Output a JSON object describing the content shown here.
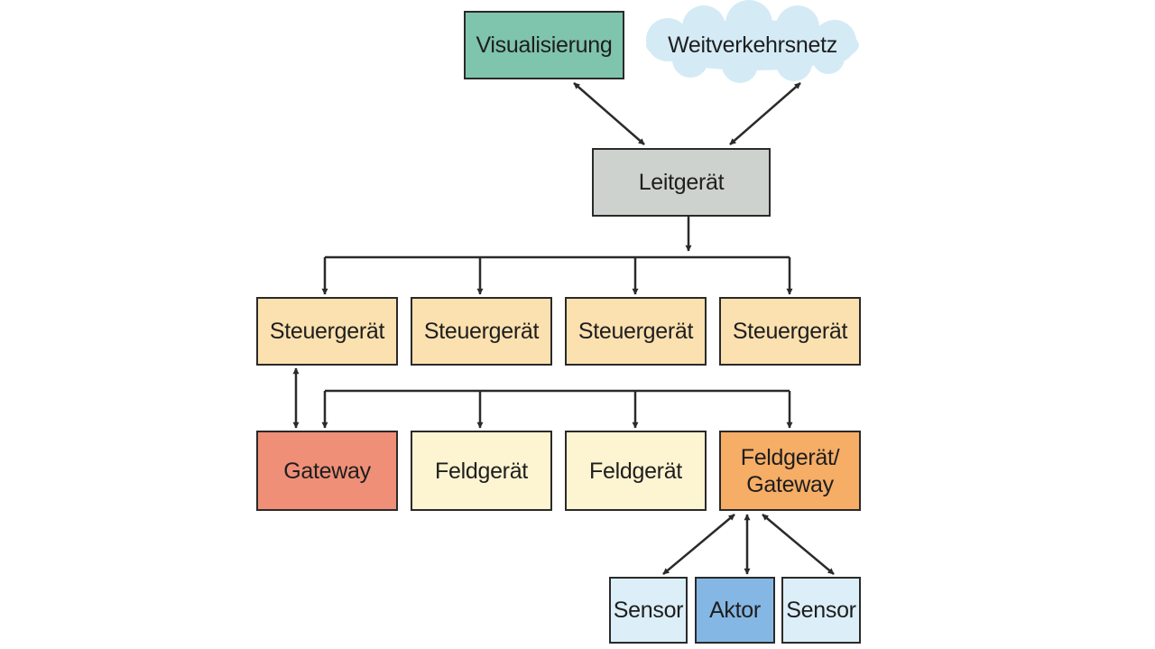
{
  "colors": {
    "visualisierung": "#7fc4ad",
    "cloud": "#d4ebf6",
    "leitgeraet": "#cdd2cf",
    "steuergeraet": "#fce1b0",
    "gateway": "#ef8f78",
    "feldgeraet": "#fdf4d1",
    "feldgeraet_gateway": "#f6ad66",
    "sensor": "#dceef7",
    "aktor": "#85b7e4",
    "line": "#2a2a2a"
  },
  "diagram": {
    "visualisierung": "Visualisierung",
    "weitverkehrsnetz": "Weitverkehrsnetz",
    "leitgeraet": "Leitgerät",
    "steuergeraete": [
      "Steuergerät",
      "Steuergerät",
      "Steuergerät",
      "Steuergerät"
    ],
    "gateway": "Gateway",
    "feldgeraete": [
      "Feldgerät",
      "Feldgerät"
    ],
    "feldgeraet_gateway": "Feldgerät/\nGateway",
    "sensor_left": "Sensor",
    "aktor": "Aktor",
    "sensor_right": "Sensor"
  }
}
